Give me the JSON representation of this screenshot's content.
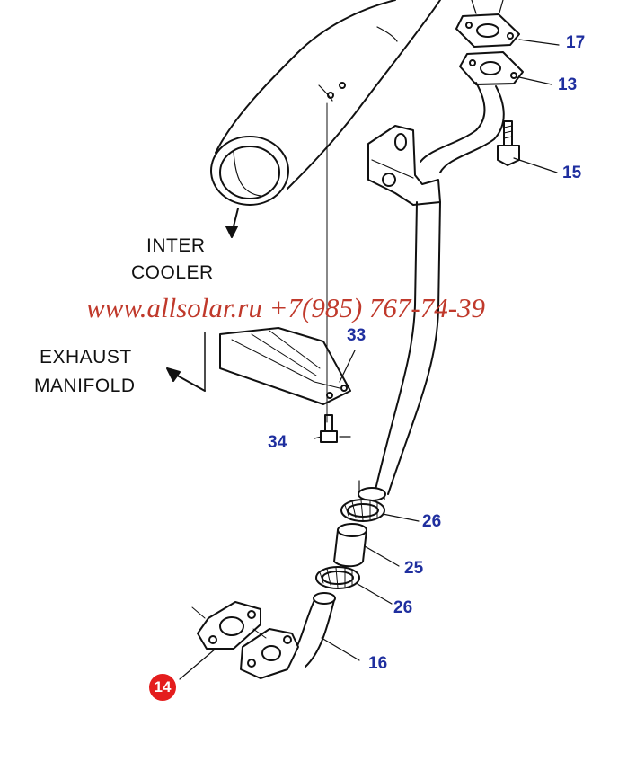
{
  "labels": {
    "inter_cooler_line1": "INTER",
    "inter_cooler_line2": "COOLER",
    "exhaust_line1": "EXHAUST",
    "exhaust_line2": "MANIFOLD"
  },
  "watermark": "www.allsolar.ru +7(985) 767-74-39",
  "callouts": {
    "c17": "17",
    "c13": "13",
    "c15": "15",
    "c33": "33",
    "c34": "34",
    "c26a": "26",
    "c25": "25",
    "c26b": "26",
    "c16": "16",
    "c14": "14"
  },
  "colors": {
    "line": "#111111",
    "callout_text": "#1f2f9f",
    "highlight_badge": "#e41d1d",
    "watermark": "#c0392b"
  }
}
